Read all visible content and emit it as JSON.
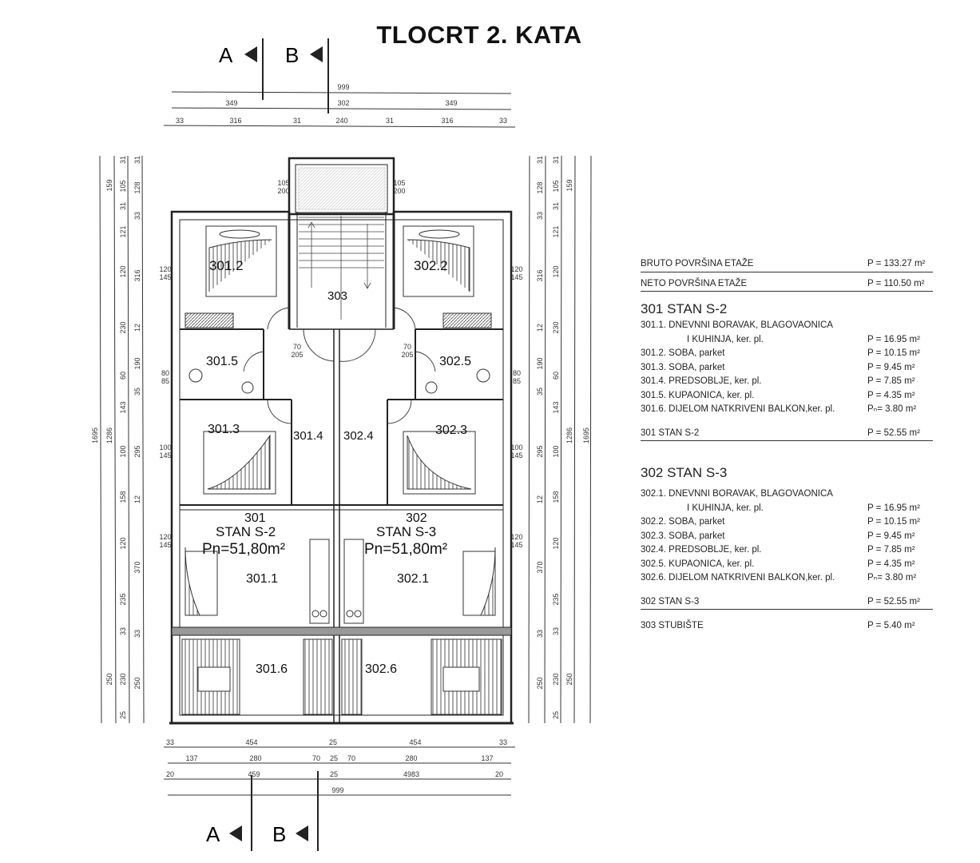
{
  "title": "TLOCRT 2. KATA",
  "sections": {
    "a": "A",
    "b": "B"
  },
  "dims": {
    "top": [
      "999",
      "349",
      "302",
      "349",
      "33",
      "316",
      "31",
      "240",
      "31",
      "316",
      "33"
    ],
    "bottom": [
      "33",
      "454",
      "25",
      "454",
      "33",
      "137",
      "280",
      "70",
      "25",
      "70",
      "280",
      "137",
      "20",
      "459",
      "25",
      "4983",
      "20",
      "999"
    ],
    "left": [
      "1695",
      "159",
      "1286",
      "250",
      "31",
      "105",
      "31",
      "121",
      "120",
      "230",
      "60",
      "143",
      "100",
      "158",
      "120",
      "235",
      "33",
      "230",
      "25",
      "31",
      "128",
      "33",
      "316",
      "12",
      "190",
      "35",
      "295",
      "12",
      "370",
      "33",
      "250"
    ],
    "right": [
      "1695",
      "159",
      "1286",
      "250",
      "31",
      "105",
      "31",
      "121",
      "120",
      "230",
      "60",
      "143",
      "100",
      "158",
      "120",
      "235",
      "33",
      "230",
      "25",
      "31",
      "128",
      "33",
      "316",
      "12",
      "190",
      "35",
      "295",
      "12",
      "370",
      "33",
      "250"
    ],
    "windows": [
      "120",
      "145",
      "80",
      "85",
      "100",
      "145",
      "120",
      "145",
      "105",
      "200",
      "70",
      "205"
    ]
  },
  "plan": {
    "rooms": {
      "r3012": "301.2",
      "r3022": "302.2",
      "r303": "303",
      "r3015": "301.5",
      "r3025": "302.5",
      "r3013": "301.3",
      "r3014": "301.4",
      "r3024": "302.4",
      "r3023": "302.3",
      "r3011": "301.1",
      "r3021": "302.1",
      "r3016": "301.6",
      "r3026": "302.6"
    },
    "unit_left": {
      "num": "301",
      "name": "STAN S-2",
      "area": "Pn=51,80m²"
    },
    "unit_right": {
      "num": "302",
      "name": "STAN S-3",
      "area": "Pn=51,80m²"
    }
  },
  "table": {
    "bruto": {
      "label": "BRUTO POVRŠINA ETAŽE",
      "value": "P = 133.27 m²"
    },
    "neto": {
      "label": "NETO POVRŠINA ETAŽE",
      "value": "P = 110.50 m²"
    },
    "units": [
      {
        "heading": "301 STAN S-2",
        "items": [
          {
            "label": "301.1. DNEVNNI BORAVAK, BLAGOVAONICA",
            "cont": "I KUHINJA, ker. pl.",
            "value": "P = 16.95 m²"
          },
          {
            "label": "301.2. SOBA, parket",
            "value": "P = 10.15 m²"
          },
          {
            "label": "301.3. SOBA, parket",
            "value": "P = 9.45 m²"
          },
          {
            "label": "301.4. PREDSOBLJE, ker. pl.",
            "value": "P = 7.85 m²"
          },
          {
            "label": "301.5. KUPAONICA, ker. pl.",
            "value": "P = 4.35 m²"
          },
          {
            "label": "301.6. DIJELOM NATKRIVENI BALKON,ker. pl.",
            "value": "Pₙ= 3.80 m²"
          }
        ],
        "total": {
          "label": "301 STAN S-2",
          "value": "P = 52.55 m²"
        }
      },
      {
        "heading": "302 STAN S-3",
        "items": [
          {
            "label": "302.1. DNEVNNI BORAVAK, BLAGOVAONICA",
            "cont": "I KUHINJA, ker. pl.",
            "value": "P = 16.95 m²"
          },
          {
            "label": "302.2. SOBA, parket",
            "value": "P = 10.15 m²"
          },
          {
            "label": "302.3. SOBA, parket",
            "value": "P = 9.45 m²"
          },
          {
            "label": "302.4. PREDSOBLJE, ker. pl.",
            "value": "P = 7.85 m²"
          },
          {
            "label": "302.5. KUPAONICA, ker. pl.",
            "value": "P = 4.35 m²"
          },
          {
            "label": "302.6. DIJELOM NATKRIVENI BALKON,ker. pl.",
            "value": "Pₙ= 3.80 m²"
          }
        ],
        "total": {
          "label": "302 STAN S-3",
          "value": "P = 52.55 m²"
        }
      }
    ],
    "stair": {
      "label": "303 STUBIŠTE",
      "value": "P = 5.40 m²"
    }
  }
}
